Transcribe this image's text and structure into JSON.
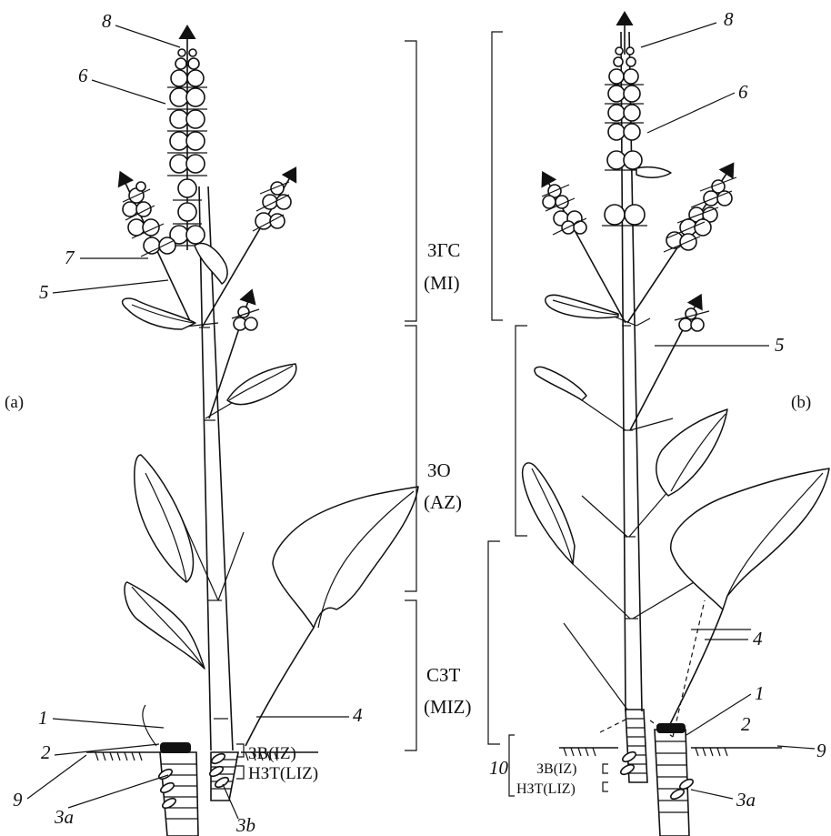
{
  "panels": {
    "a": "(a)",
    "b": "(b)"
  },
  "numbers": {
    "n1": "1",
    "n2": "2",
    "n3a": "3a",
    "n3b": "3b",
    "n4": "4",
    "n5": "5",
    "n6": "6",
    "n7": "7",
    "n8": "8",
    "n9": "9",
    "n10": "10"
  },
  "zones": {
    "mi_ru": "ЗГС",
    "mi_en": "(MI)",
    "az_ru": "ЗО",
    "az_en": "(AZ)",
    "miz_ru": "СЗТ",
    "miz_en": "(MIZ)",
    "iz": "ЗВ(IZ)",
    "liz": "НЗТ(LIZ)"
  }
}
